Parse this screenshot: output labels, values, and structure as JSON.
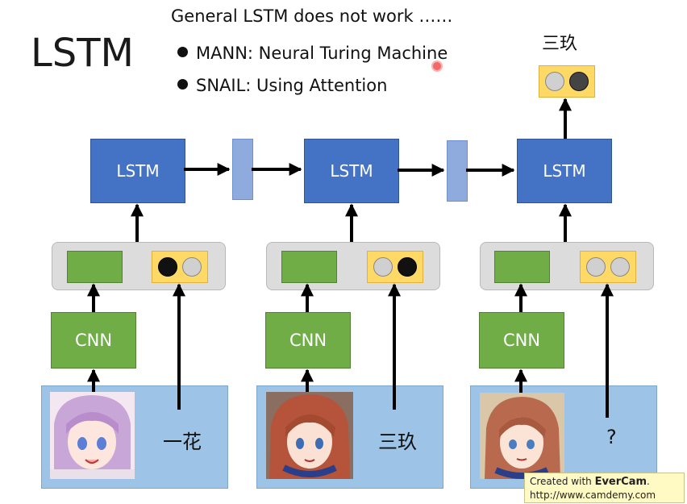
{
  "slide": {
    "title": "LSTM",
    "heading": "General LSTM does not work ……",
    "bullets": [
      "MANN: Neural Turing Machine",
      "SNAIL: Using Attention"
    ]
  },
  "diagram": {
    "lstm_label": "LSTM",
    "cnn_label": "CNN",
    "columns": [
      {
        "input_label": "一花",
        "onehot": [
          true,
          false
        ]
      },
      {
        "input_label": "三玖",
        "onehot": [
          false,
          true
        ]
      },
      {
        "input_label": "?",
        "onehot": [
          false,
          false
        ]
      }
    ],
    "output": {
      "label": "三玖",
      "onehot": [
        false,
        true
      ]
    }
  },
  "colors": {
    "lstm": "#4472c4",
    "hidden": "#8faadc",
    "cnn": "#70ad47",
    "onehot": "#ffd966",
    "panel": "#9dc3e6",
    "concat": "#dcdcdc"
  },
  "watermark": {
    "line1_prefix": "Created with ",
    "line1_brand": "EverCam",
    "line1_suffix": ".",
    "line2": "http://www.camdemy.com"
  }
}
